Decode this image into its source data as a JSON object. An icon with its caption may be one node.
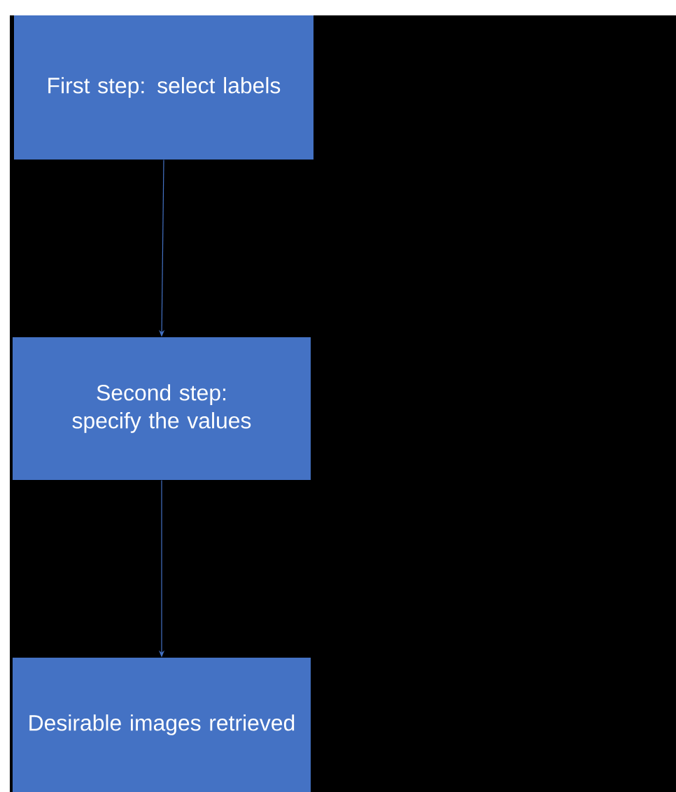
{
  "diagram": {
    "nodes": [
      {
        "text": [
          "First step: select labels"
        ]
      },
      {
        "text": [
          "Second step: specify the values"
        ]
      },
      {
        "text": [
          "Desirable images retrieved"
        ]
      }
    ],
    "edges": [
      {
        "from": 0,
        "to": 1,
        "arrow": "to"
      },
      {
        "from": 1,
        "to": 2,
        "arrow": "to"
      }
    ]
  }
}
